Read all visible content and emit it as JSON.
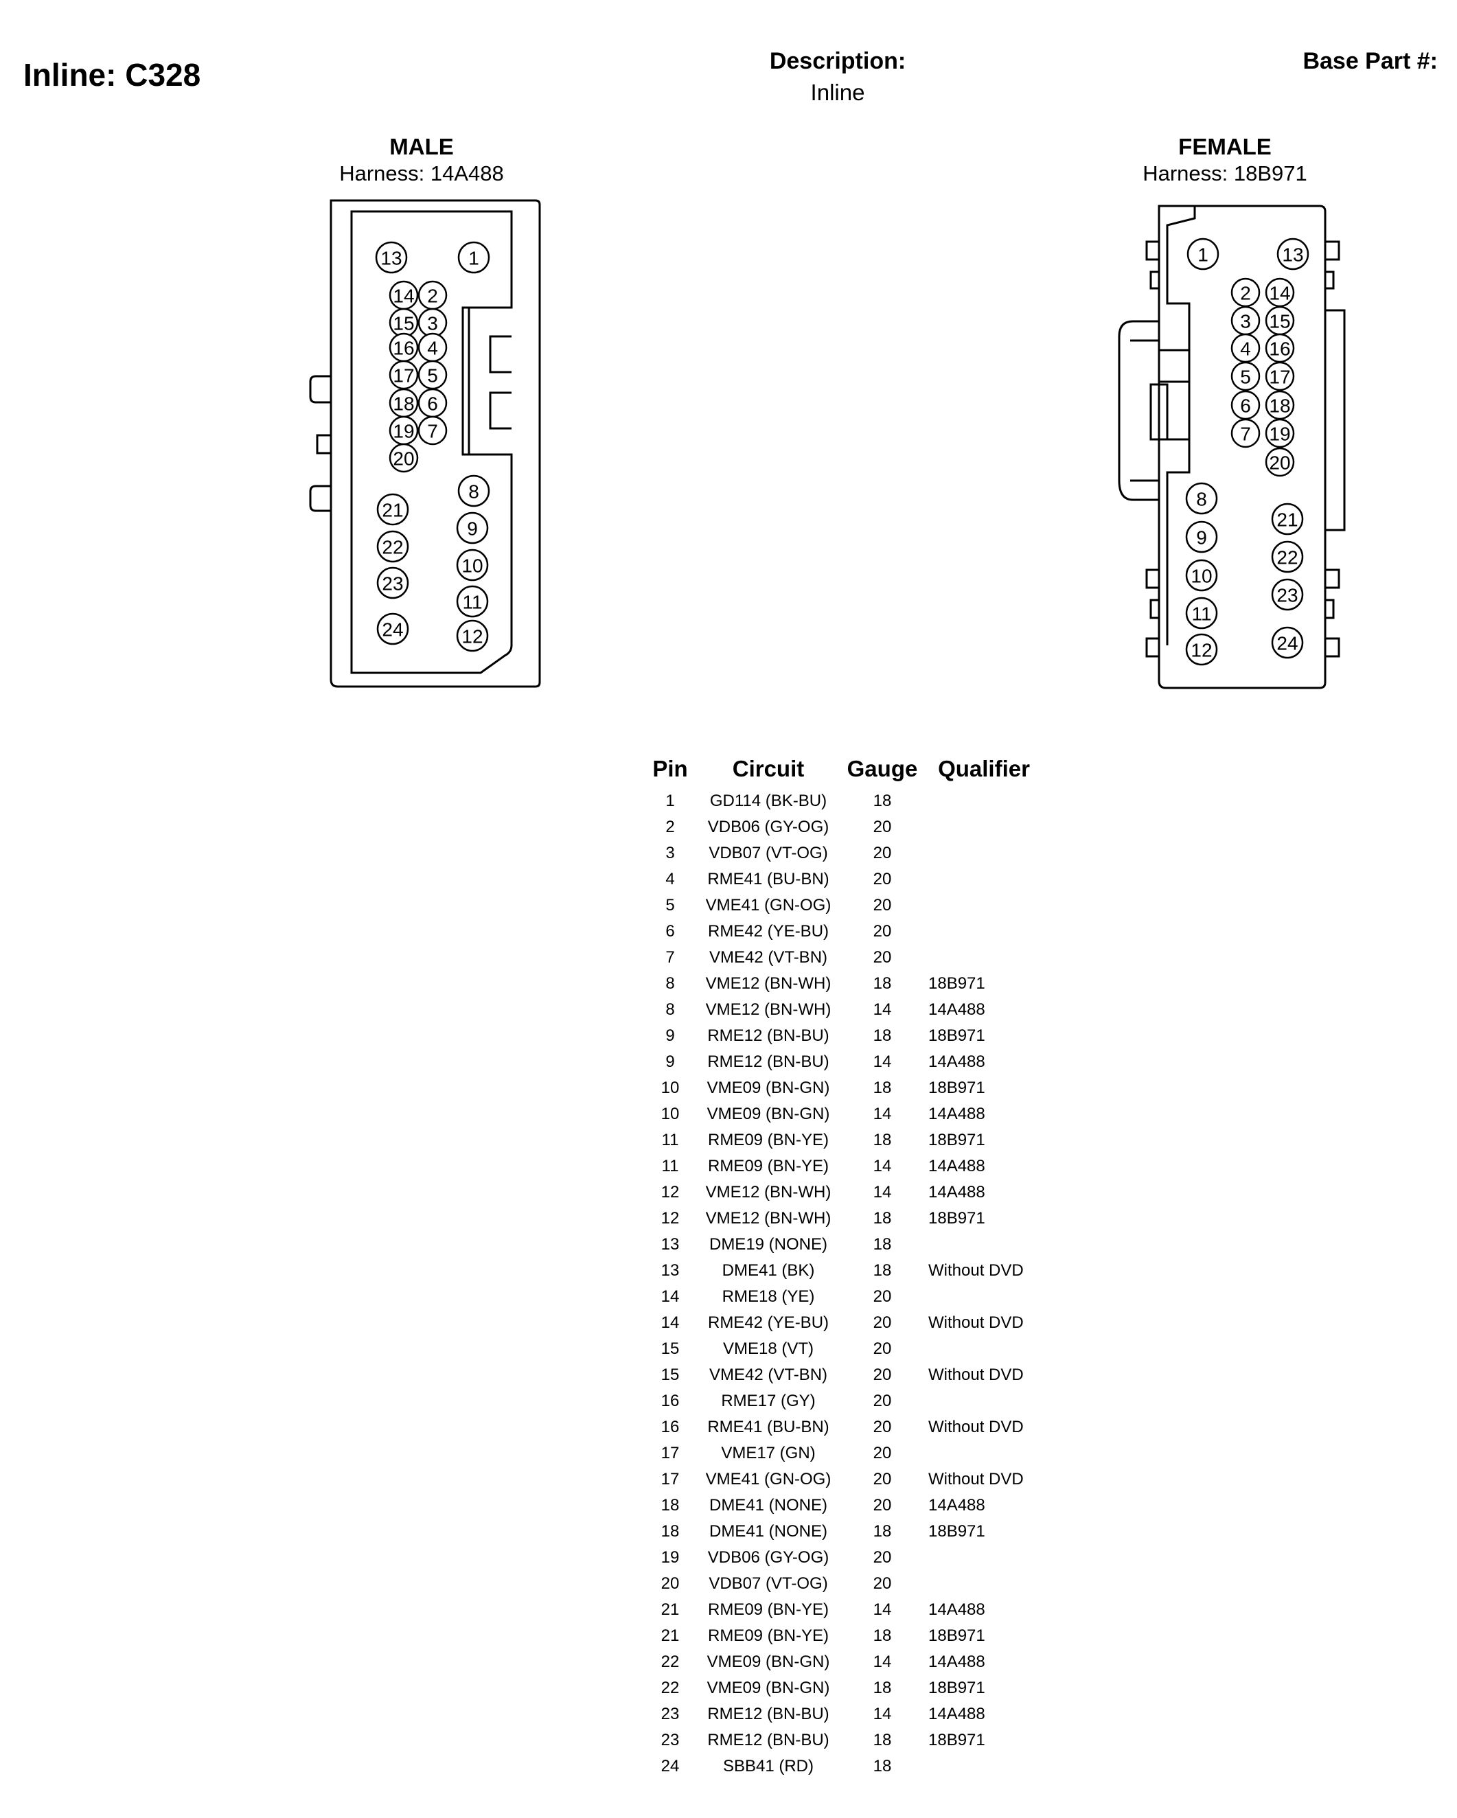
{
  "header": {
    "title": "Inline: C328",
    "description_label": "Description:",
    "description_value": "Inline",
    "base_part_label": "Base Part #:"
  },
  "male": {
    "name": "MALE",
    "harness": "Harness: 14A488",
    "pins": [
      "13",
      "1",
      "14",
      "2",
      "15",
      "3",
      "16",
      "4",
      "17",
      "5",
      "18",
      "6",
      "19",
      "7",
      "20",
      "8",
      "21",
      "9",
      "22",
      "10",
      "23",
      "11",
      "24",
      "12"
    ]
  },
  "female": {
    "name": "FEMALE",
    "harness": "Harness: 18B971",
    "pins": [
      "1",
      "13",
      "2",
      "14",
      "3",
      "15",
      "4",
      "16",
      "5",
      "17",
      "6",
      "18",
      "7",
      "19",
      "20",
      "8",
      "21",
      "9",
      "22",
      "10",
      "23",
      "11",
      "12",
      "24"
    ]
  },
  "table": {
    "headers": {
      "pin": "Pin",
      "circuit": "Circuit",
      "gauge": "Gauge",
      "qualifier": "Qualifier"
    },
    "rows": [
      {
        "pin": "1",
        "circuit": "GD114 (BK-BU)",
        "gauge": "18",
        "qualifier": ""
      },
      {
        "pin": "2",
        "circuit": "VDB06 (GY-OG)",
        "gauge": "20",
        "qualifier": ""
      },
      {
        "pin": "3",
        "circuit": "VDB07 (VT-OG)",
        "gauge": "20",
        "qualifier": ""
      },
      {
        "pin": "4",
        "circuit": "RME41 (BU-BN)",
        "gauge": "20",
        "qualifier": ""
      },
      {
        "pin": "5",
        "circuit": "VME41 (GN-OG)",
        "gauge": "20",
        "qualifier": ""
      },
      {
        "pin": "6",
        "circuit": "RME42 (YE-BU)",
        "gauge": "20",
        "qualifier": ""
      },
      {
        "pin": "7",
        "circuit": "VME42 (VT-BN)",
        "gauge": "20",
        "qualifier": ""
      },
      {
        "pin": "8",
        "circuit": "VME12 (BN-WH)",
        "gauge": "18",
        "qualifier": "18B971"
      },
      {
        "pin": "8",
        "circuit": "VME12 (BN-WH)",
        "gauge": "14",
        "qualifier": "14A488"
      },
      {
        "pin": "9",
        "circuit": "RME12 (BN-BU)",
        "gauge": "18",
        "qualifier": "18B971"
      },
      {
        "pin": "9",
        "circuit": "RME12 (BN-BU)",
        "gauge": "14",
        "qualifier": "14A488"
      },
      {
        "pin": "10",
        "circuit": "VME09 (BN-GN)",
        "gauge": "18",
        "qualifier": "18B971"
      },
      {
        "pin": "10",
        "circuit": "VME09 (BN-GN)",
        "gauge": "14",
        "qualifier": "14A488"
      },
      {
        "pin": "11",
        "circuit": "RME09 (BN-YE)",
        "gauge": "18",
        "qualifier": "18B971"
      },
      {
        "pin": "11",
        "circuit": "RME09 (BN-YE)",
        "gauge": "14",
        "qualifier": "14A488"
      },
      {
        "pin": "12",
        "circuit": "VME12 (BN-WH)",
        "gauge": "14",
        "qualifier": "14A488"
      },
      {
        "pin": "12",
        "circuit": "VME12 (BN-WH)",
        "gauge": "18",
        "qualifier": "18B971"
      },
      {
        "pin": "13",
        "circuit": "DME19 (NONE)",
        "gauge": "18",
        "qualifier": ""
      },
      {
        "pin": "13",
        "circuit": "DME41 (BK)",
        "gauge": "18",
        "qualifier": "Without DVD"
      },
      {
        "pin": "14",
        "circuit": "RME18 (YE)",
        "gauge": "20",
        "qualifier": ""
      },
      {
        "pin": "14",
        "circuit": "RME42 (YE-BU)",
        "gauge": "20",
        "qualifier": "Without DVD"
      },
      {
        "pin": "15",
        "circuit": "VME18 (VT)",
        "gauge": "20",
        "qualifier": ""
      },
      {
        "pin": "15",
        "circuit": "VME42 (VT-BN)",
        "gauge": "20",
        "qualifier": "Without DVD"
      },
      {
        "pin": "16",
        "circuit": "RME17 (GY)",
        "gauge": "20",
        "qualifier": ""
      },
      {
        "pin": "16",
        "circuit": "RME41 (BU-BN)",
        "gauge": "20",
        "qualifier": "Without DVD"
      },
      {
        "pin": "17",
        "circuit": "VME17 (GN)",
        "gauge": "20",
        "qualifier": ""
      },
      {
        "pin": "17",
        "circuit": "VME41 (GN-OG)",
        "gauge": "20",
        "qualifier": "Without DVD"
      },
      {
        "pin": "18",
        "circuit": "DME41 (NONE)",
        "gauge": "20",
        "qualifier": "14A488"
      },
      {
        "pin": "18",
        "circuit": "DME41 (NONE)",
        "gauge": "18",
        "qualifier": "18B971"
      },
      {
        "pin": "19",
        "circuit": "VDB06 (GY-OG)",
        "gauge": "20",
        "qualifier": ""
      },
      {
        "pin": "20",
        "circuit": "VDB07 (VT-OG)",
        "gauge": "20",
        "qualifier": ""
      },
      {
        "pin": "21",
        "circuit": "RME09 (BN-YE)",
        "gauge": "14",
        "qualifier": "14A488"
      },
      {
        "pin": "21",
        "circuit": "RME09 (BN-YE)",
        "gauge": "18",
        "qualifier": "18B971"
      },
      {
        "pin": "22",
        "circuit": "VME09 (BN-GN)",
        "gauge": "14",
        "qualifier": "14A488"
      },
      {
        "pin": "22",
        "circuit": "VME09 (BN-GN)",
        "gauge": "18",
        "qualifier": "18B971"
      },
      {
        "pin": "23",
        "circuit": "RME12 (BN-BU)",
        "gauge": "14",
        "qualifier": "14A488"
      },
      {
        "pin": "23",
        "circuit": "RME12 (BN-BU)",
        "gauge": "18",
        "qualifier": "18B971"
      },
      {
        "pin": "24",
        "circuit": "SBB41 (RD)",
        "gauge": "18",
        "qualifier": ""
      }
    ]
  }
}
